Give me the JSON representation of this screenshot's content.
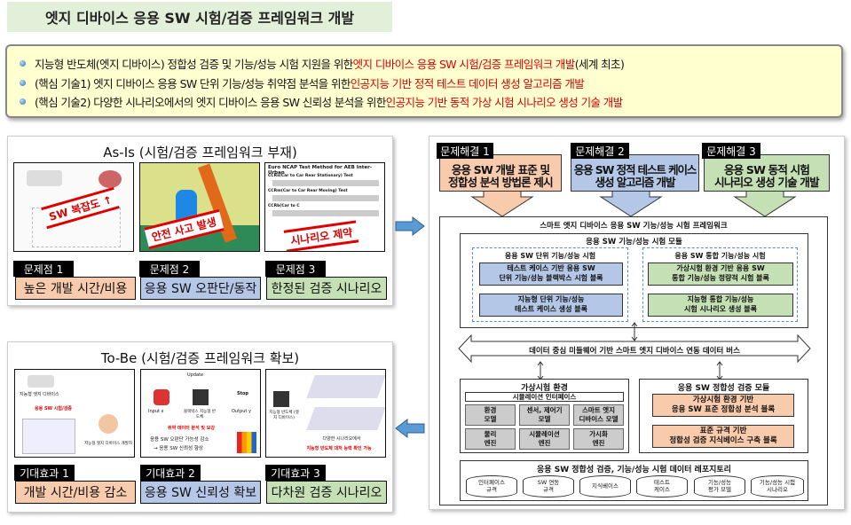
{
  "title": "엣지 디바이스 응용 SW 시험/검증 프레임워크 개발",
  "summary": [
    {
      "pre": "지능형 반도체(엣지 디바이스) 정합성 검증 및 기능/성능 시험 지원을 위한 ",
      "hl": "엣지 디바이스 응용 SW 시험/검증 프레임워크 개발",
      "post": " (세계 최초)"
    },
    {
      "pre": "(핵심 기술1) 엣지 디바이스 응용 SW 단위 기능/성능 취약점 분석을 위한 ",
      "hl": "인공지능 기반 정적 테스트 데이터 생성 알고리즘 개발",
      "post": ""
    },
    {
      "pre": "(핵심 기술2) 다양한 시나리오에서의 엣지 디바이스 응용 SW 신뢰성 분석을 위한 ",
      "hl": "인공지능 기반 동적 가상 시험 시나리오 생성 기술 개발",
      "post": ""
    }
  ],
  "asis": {
    "title": "As-Is (시험/검증 프레임워크 부재)",
    "stamps": [
      "SW 복잡도 ↑",
      "안전 사고 발생",
      "시나리오 제약"
    ],
    "ncap": {
      "title": "Euro NCAP Test Method for AEB Inter-Urban",
      "t1": "CCRs(Car to Car Rear Stationary) Test",
      "t2": "CCRm(Car to Car Rear Moving) Test",
      "t3": "CCRb(Car to C"
    },
    "items": [
      {
        "label": "문제점 1",
        "text": "높은 개발 시간/비용"
      },
      {
        "label": "문제점 2",
        "text": "응용 SW 오판단/동작"
      },
      {
        "label": "문제점 3",
        "text": "한정된 검증 시나리오"
      }
    ]
  },
  "tobe": {
    "title": "To-Be (시험/검증 프레임워크 확보)",
    "img1": {
      "device": "지능형 엣지 디바이스",
      "test": "응용 SW 시험/검증",
      "dev": "지능형 엣지 디바이스 개발자"
    },
    "img2": {
      "update": "Update",
      "input": "Input x",
      "blackbox": "블랙박스 지능형 반도체",
      "output": "Output y",
      "stop": "Stop",
      "l1": "응용 SW 오판단 가능성 감소",
      "l2": "→ 응용 SW 신뢰성 향상",
      "analysis": "취약 데이터 분석 및 보강"
    },
    "img3": {
      "chip": "지능형 반도체 (엣지 디바이스)",
      "l1": "다양한 시나리오에서",
      "l2": "지능형 반도체 대처 능력 확인 가능"
    },
    "items": [
      {
        "label": "기대효과 1",
        "text": "개발 시간/비용 감소"
      },
      {
        "label": "기대효과 2",
        "text": "응용 SW 신뢰성 확보"
      },
      {
        "label": "기대효과 3",
        "text": "다차원 검증 시나리오"
      }
    ]
  },
  "solutions": [
    {
      "label": "문제해결 1",
      "l1": "응용 SW 개발 표준 및",
      "l2": "정합성 분석 방법론 제시"
    },
    {
      "label": "문제해결 2",
      "l1": "응용 SW 정적 테스트 케이스",
      "l2": "생성 알고리즘 개발"
    },
    {
      "label": "문제해결 3",
      "l1": "응용 SW 동적 시험",
      "l2": "시나리오 생성 기술 개발"
    }
  ],
  "framework": {
    "title": "스마트 엣지 디바이스 응용 SW 기능/성능 시험 프레임워크",
    "module_title": "응용 SW 기능/성능 시험 모듈",
    "unit_title": "응용 SW 단위 기능/성능 시험",
    "unit_blocks": [
      [
        "테스트 케이스 기반 응용 SW",
        "단위 기능/성능 블랙박스 시험 블록"
      ],
      [
        "지능형 단위 기능/성능",
        "테스트 케이스 생성 블록"
      ]
    ],
    "integ_title": "응용 SW 통합 기능/성능 시험",
    "integ_blocks": [
      [
        "가상시험 환경 기반 응용 SW",
        "통합 기능/성능 정량적 시험 블록"
      ],
      [
        "지능형 통합 기능/성능",
        "시험 시나리오 생성 블록"
      ]
    ],
    "bus": "데이터 중심 미들웨어 기반 스마트 엣지 디바이스 연동 데이터 버스",
    "virtual": {
      "title": "가상시험 환경",
      "interface": "시뮬레이션 인터페이스",
      "cells": [
        [
          "환경",
          "모델"
        ],
        [
          "센서, 제어기",
          "모델"
        ],
        [
          "스마트 엣지",
          "디바이스 모델"
        ],
        [
          "물리",
          "엔진"
        ],
        [
          "시뮬레이션",
          "엔진"
        ],
        [
          "가시화",
          "엔진"
        ]
      ]
    },
    "conformance": {
      "title": "응용 SW 정합성 검증 모듈",
      "blocks": [
        [
          "가상시험 환경 기반",
          "응용 SW 표준 정합성 분석 블록"
        ],
        [
          "표준 규격 기반",
          "정합성 검증 지식베이스 구축 블록"
        ]
      ]
    },
    "repo": {
      "title": "응용 SW 정합성 검증, 기능/성능 시험 데이터 레포지토리",
      "items": [
        [
          "인터페이스",
          "규격"
        ],
        [
          "SW 연동",
          "규격"
        ],
        [
          "지식베이스",
          ""
        ],
        [
          "테스트",
          "케이스"
        ],
        [
          "기능/성능",
          "평가 모델"
        ],
        [
          "기능/성능 시험",
          "시나리오"
        ]
      ]
    }
  },
  "colors": {
    "orange": "#f8cbad",
    "blue": "#b4c7e7",
    "green": "#c5e0b4",
    "highlight": "#e00000"
  }
}
